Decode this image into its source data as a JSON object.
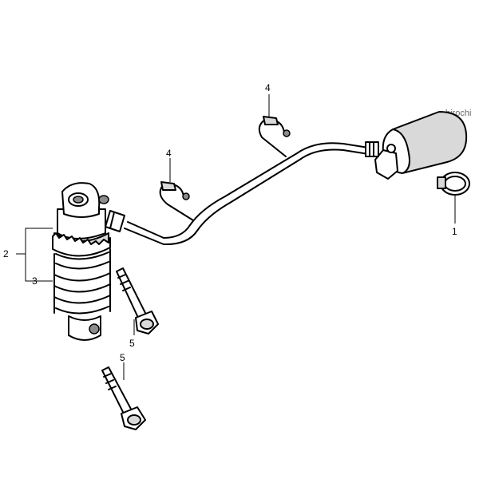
{
  "watermark": "hirochi",
  "callouts": {
    "c1": "1",
    "c2": "2",
    "c3": "3",
    "c4a": "4",
    "c4b": "4",
    "c5a": "5",
    "c5b": "5"
  }
}
